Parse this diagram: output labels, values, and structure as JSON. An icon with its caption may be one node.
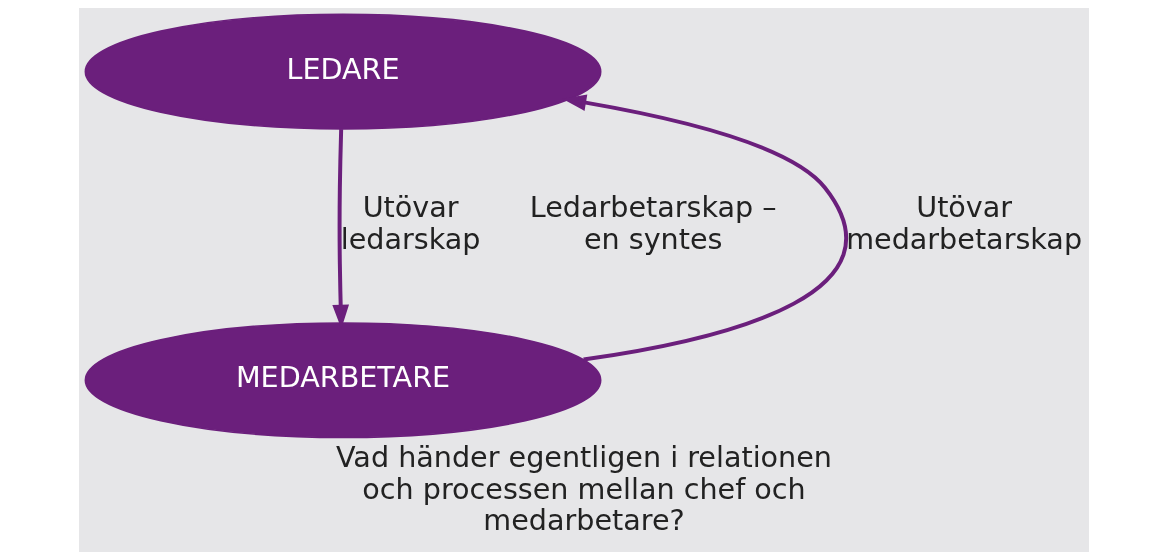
{
  "diagram": {
    "caption": "Vad händer egentligen i relationen och processen mellan chef och medarbetare?",
    "nodes": [
      {
        "text": [
          "LEDARE"
        ]
      },
      {
        "text": [
          "MEDARBETARE"
        ]
      }
    ],
    "edges": [
      {
        "from": 0,
        "to": 1,
        "arrow": "to",
        "label": "Utövar ledarskap"
      },
      {
        "from": 1,
        "to": 0,
        "arrow": "to",
        "label": "Utövar medarbetarskap"
      }
    ],
    "labels": [
      "Ledarbetarskap – en syntes"
    ]
  }
}
